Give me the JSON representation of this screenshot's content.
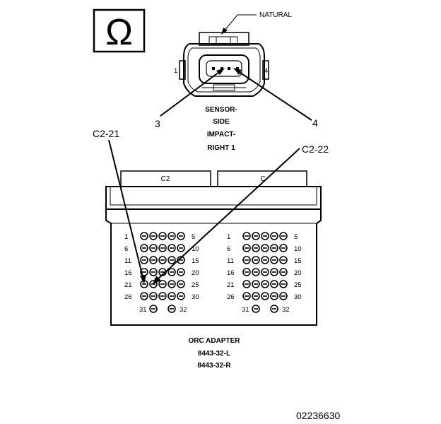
{
  "meter_symbol": {
    "glyph": "Ω",
    "icon": "ohm-symbol-icon"
  },
  "sensor": {
    "natural_label": "NATURAL",
    "pin1_label": "1",
    "pin4_label": "4",
    "callout3_label": "3",
    "callout4_label": "4",
    "title_lines": [
      "SENSOR-",
      "SIDE",
      "IMPACT-",
      "RIGHT 1"
    ]
  },
  "callouts": {
    "left": "C2-21",
    "right": "C2-22"
  },
  "adapter": {
    "left_tab_label": "C2",
    "right_tab_label": "C",
    "left_bank": {
      "left_numbers": [
        "1",
        "6",
        "11",
        "16",
        "21",
        "26"
      ],
      "right_numbers": [
        "5",
        "10",
        "15",
        "20",
        "25",
        "30"
      ],
      "bottom_left": "31",
      "bottom_right": "32"
    },
    "right_bank": {
      "left_numbers": [
        "1",
        "6",
        "11",
        "16",
        "21",
        "26"
      ],
      "right_numbers": [
        "5",
        "10",
        "15",
        "20",
        "25",
        "30"
      ],
      "bottom_left": "31",
      "bottom_right": "32"
    },
    "title": "ORC ADAPTER",
    "part_numbers": [
      "8443-32-L",
      "8443-32-R"
    ]
  },
  "figure_id": "02236630"
}
